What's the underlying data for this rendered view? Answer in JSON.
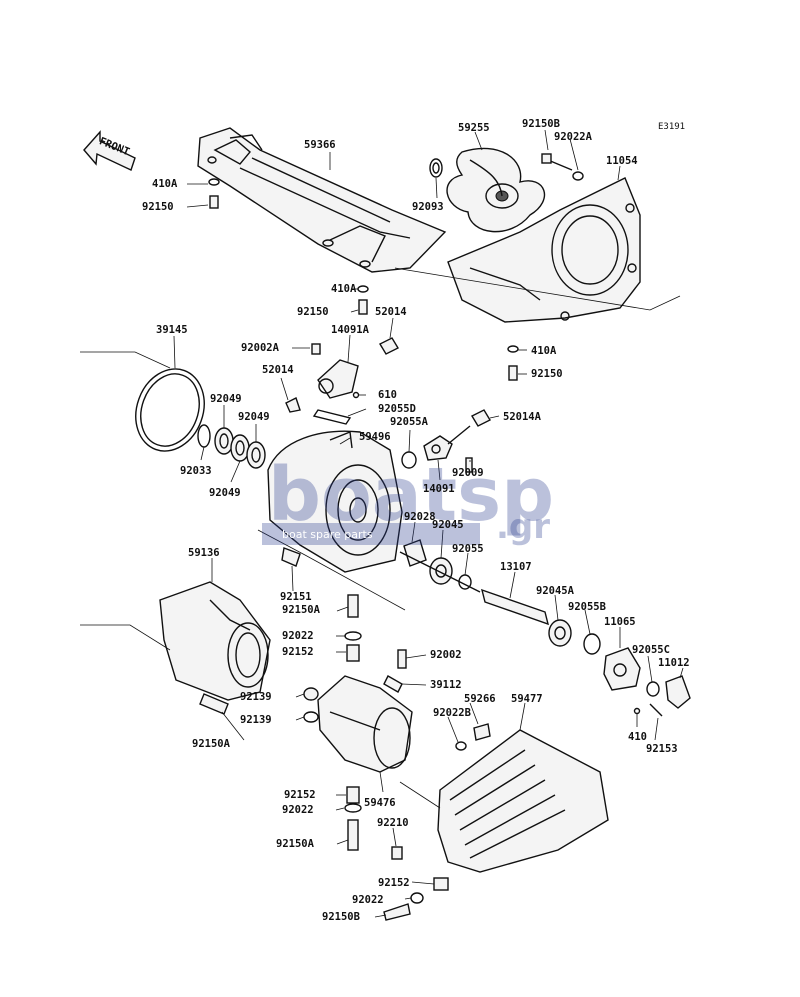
{
  "diagram": {
    "code": "E3191",
    "front_label": "FRONT",
    "watermark": {
      "main": "boatsp",
      "suffix": ".gr",
      "sub": "boat spare parts"
    },
    "labels": [
      "410A",
      "92150",
      "59366",
      "59255",
      "92150B",
      "92022A",
      "11054",
      "92093",
      "410A",
      "92150",
      "52014",
      "14091A",
      "410A",
      "92150",
      "39145",
      "92002A",
      "52014",
      "610",
      "92055D",
      "52014A",
      "92049",
      "92049",
      "59496",
      "92055A",
      "92033",
      "92049",
      "92009",
      "14091",
      "92028",
      "92045",
      "92055",
      "13107",
      "59136",
      "92151",
      "92150A",
      "92045A",
      "92055B",
      "11065",
      "92022",
      "92152",
      "92002",
      "92055C",
      "11012",
      "39112",
      "92139",
      "59266",
      "59477",
      "92022B",
      "92139",
      "410",
      "92153",
      "92150A",
      "92152",
      "59476",
      "92022",
      "92210",
      "92150A",
      "92152",
      "92022",
      "92150B"
    ]
  }
}
